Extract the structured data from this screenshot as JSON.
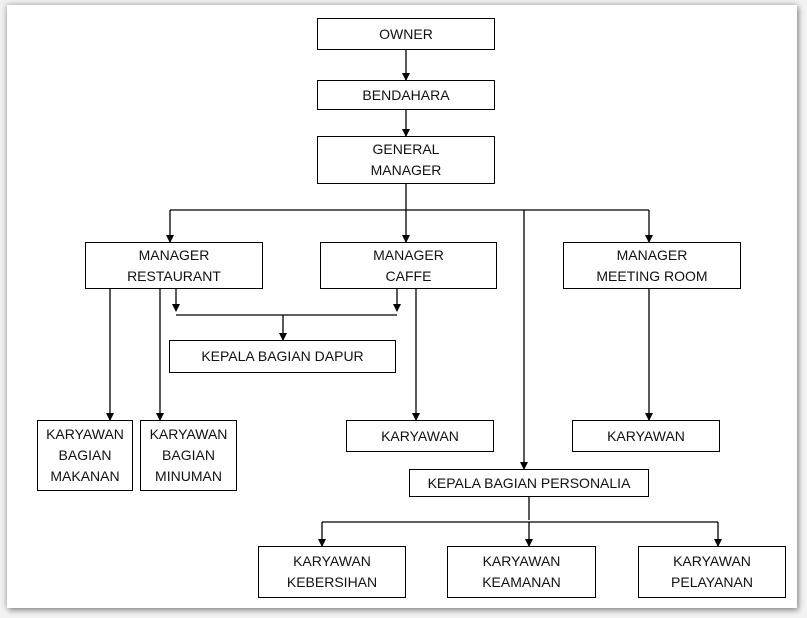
{
  "nodes": {
    "owner": "OWNER",
    "bendahara": "BENDAHARA",
    "general_manager": "GENERAL\nMANAGER",
    "manager_restaurant": "MANAGER\nRESTAURANT",
    "manager_caffe": "MANAGER\nCAFFE",
    "manager_meeting_room": "MANAGER\nMEETING ROOM",
    "kepala_bagian_dapur": "KEPALA BAGIAN DAPUR",
    "karyawan_bagian_makanan": "KARYAWAN\nBAGIAN\nMAKANAN",
    "karyawan_bagian_minuman": "KARYAWAN\nBAGIAN\nMINUMAN",
    "karyawan_caffe": "KARYAWAN",
    "karyawan_meeting_room": "KARYAWAN",
    "kepala_bagian_personalia": "KEPALA BAGIAN PERSONALIA",
    "karyawan_kebersihan": "KARYAWAN\nKEBERSIHAN",
    "karyawan_keamanan": "KARYAWAN\nKEAMANAN",
    "karyawan_pelayanan": "KARYAWAN\nPELAYANAN"
  }
}
